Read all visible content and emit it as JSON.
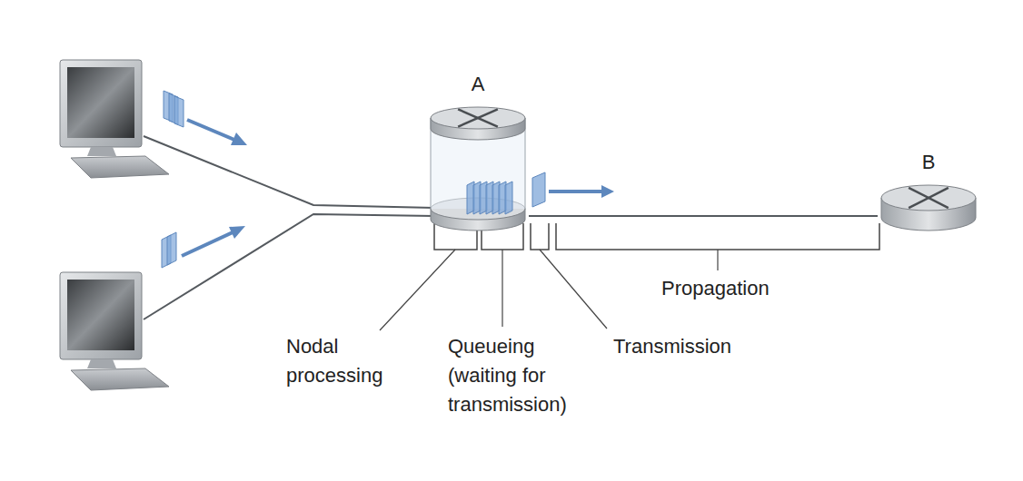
{
  "diagram": {
    "nodes": [
      {
        "text": [
          "A"
        ]
      },
      {
        "text": [
          "B"
        ]
      }
    ],
    "edges": [
      {
        "from": 0,
        "to": 1,
        "arrow": "none"
      }
    ],
    "labels": [
      "Nodal processing",
      "Queueing (waiting for transmission)",
      "Transmission",
      "Propagation"
    ]
  }
}
